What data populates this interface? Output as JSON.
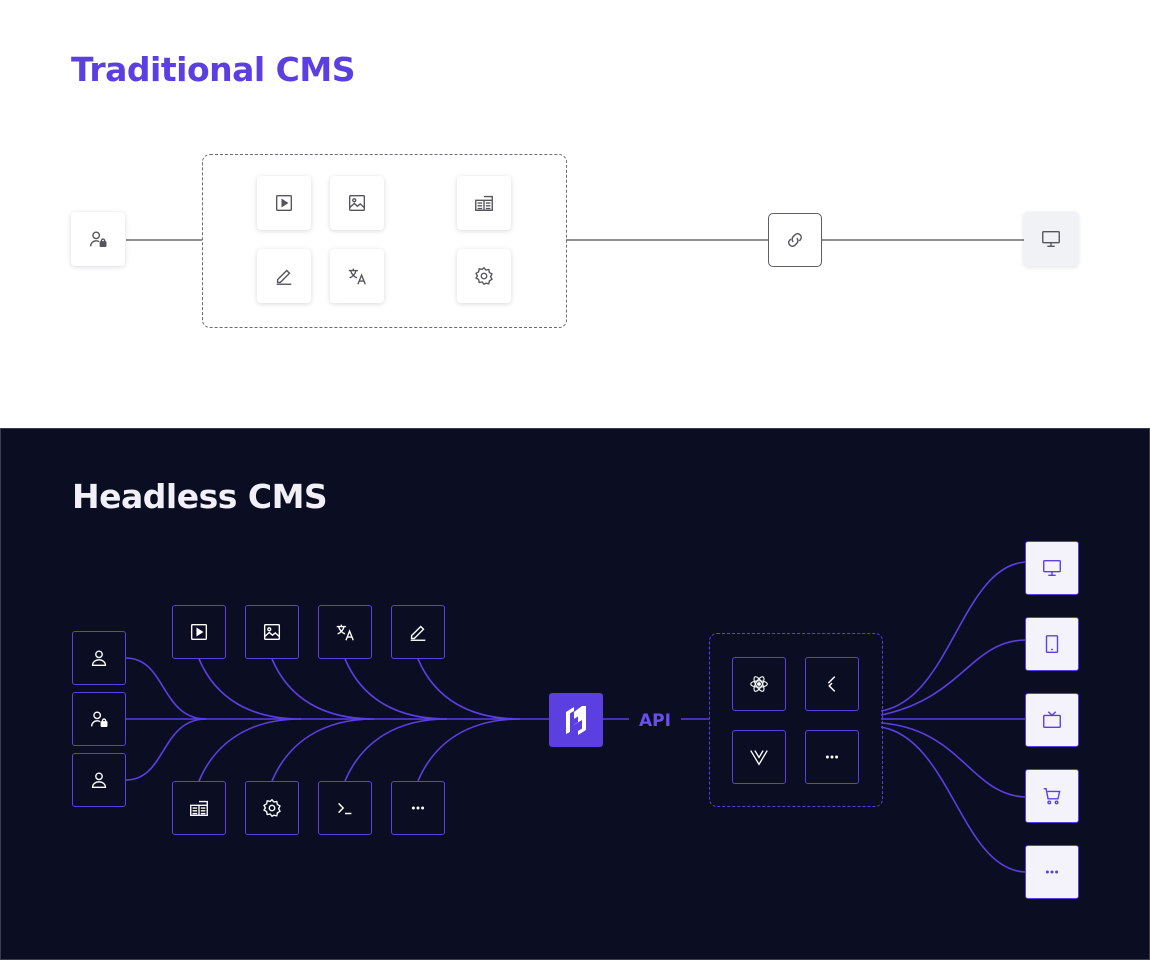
{
  "traditional": {
    "title": "Traditional CMS",
    "user_icon": "user-lock-icon",
    "content_icons": [
      "video-icon",
      "image-icon",
      "layout-icon",
      "edit-icon",
      "translate-icon",
      "settings-icon"
    ],
    "link_icon": "link-icon",
    "output_icon": "monitor-icon"
  },
  "headless": {
    "title": "Headless CMS",
    "api_label": "API",
    "users": [
      "user-icon",
      "user-lock-icon",
      "user-icon"
    ],
    "content_top": [
      "video-icon",
      "image-icon",
      "translate-icon",
      "edit-icon"
    ],
    "content_bottom": [
      "layout-icon",
      "settings-icon",
      "terminal-icon",
      "more-icon"
    ],
    "hub_icon": "hygraph-logo-icon",
    "frameworks": [
      "react-icon",
      "flutter-icon",
      "vue-icon",
      "more-icon"
    ],
    "devices": [
      "monitor-icon",
      "tablet-icon",
      "tv-icon",
      "cart-icon",
      "more-icon"
    ]
  },
  "colors": {
    "brand": "#5b3fe0",
    "dark_bg": "#0b0d22",
    "line_gray": "#6b6b73"
  }
}
